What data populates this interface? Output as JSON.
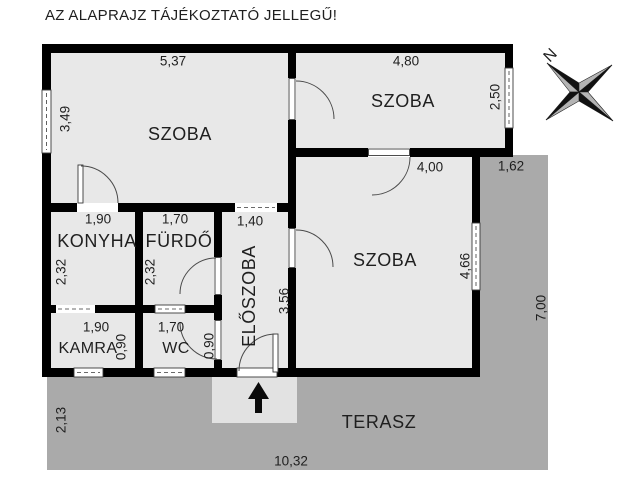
{
  "title": "AZ ALAPRAJZ TÁJÉKOZTATÓ JELLEGŰ!",
  "compass": {
    "label": "N"
  },
  "rooms": {
    "szoba_top_left": {
      "label": "SZOBA",
      "width": "5,37",
      "height": "3,49"
    },
    "szoba_top_right": {
      "label": "SZOBA",
      "width": "4,80",
      "height": "2,50"
    },
    "szoba_main": {
      "label": "SZOBA",
      "width": "4,00",
      "height": "4,66"
    },
    "konyha": {
      "label": "KONYHA",
      "width": "1,90",
      "height": "2,32"
    },
    "furdo": {
      "label": "FÜRDŐ",
      "width": "1,70",
      "height": "2,32"
    },
    "eloszoba": {
      "label": "ELŐSZOBA",
      "width": "1,40",
      "height": "3,56"
    },
    "kamra": {
      "label": "KAMRA",
      "width": "1,90",
      "height": "0,90"
    },
    "wc": {
      "label": "WC",
      "width": "1,70",
      "height": "0,90"
    },
    "terasz": {
      "label": "TERASZ",
      "width": "10,32",
      "depth": "2,13",
      "side_width": "1,62",
      "side_height": "7,00"
    }
  },
  "colors": {
    "background": "#ffffff",
    "wall": "#000000",
    "room": "#e8e8e8",
    "terrace": "#aaaaaa",
    "step": "#e2e2e2",
    "text": "#1f1f1f",
    "symbol_stroke": "#3a3a3a",
    "compass_dark": "#111111",
    "compass_light": "#b4b4b4"
  }
}
